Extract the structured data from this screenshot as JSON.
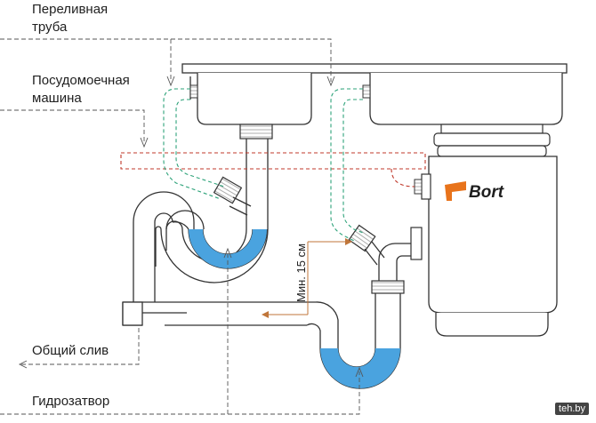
{
  "labels": {
    "overflow_pipe_line1": "Переливная",
    "overflow_pipe_line2": "труба",
    "dishwasher_line1": "Посудомоечная",
    "dishwasher_line2": "машина",
    "common_drain": "Общий слив",
    "water_seal": "Гидрозатвор",
    "min_height": "Мин. 15 см"
  },
  "brand": {
    "name": "Bort"
  },
  "watermark": "teh.by",
  "colors": {
    "line": "#333333",
    "water": "#4aa3df",
    "dishwasher_hose": "#c0392b",
    "overflow_hose": "#2ea37a",
    "dimension": "#c0763a",
    "brand_accent": "#e8731b"
  }
}
